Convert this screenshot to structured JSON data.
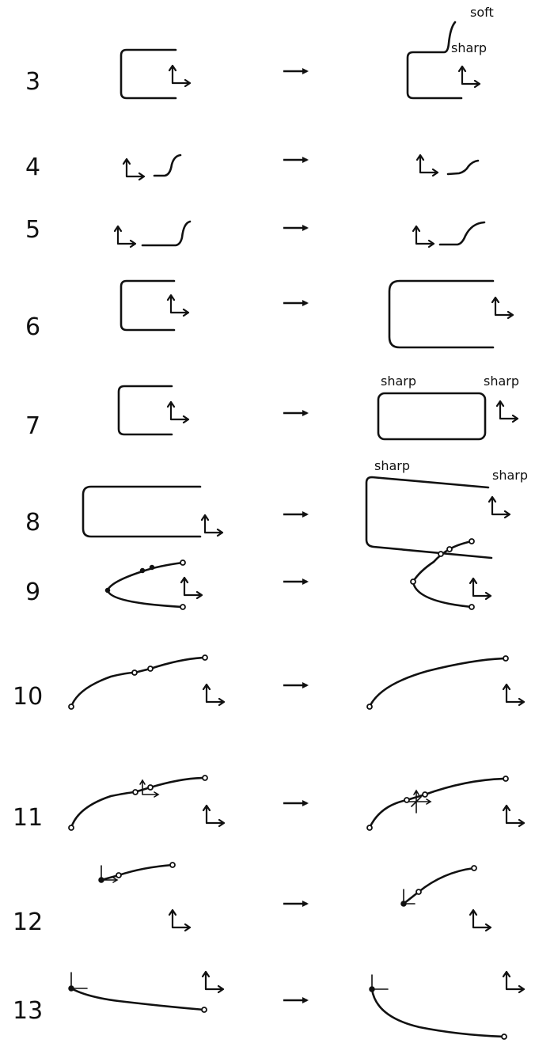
{
  "rows": [
    {
      "number": "3",
      "labels": [
        "soft",
        "sharp"
      ]
    },
    {
      "number": "4",
      "labels": []
    },
    {
      "number": "5",
      "labels": []
    },
    {
      "number": "6",
      "labels": []
    },
    {
      "number": "7",
      "labels": [
        "sharp",
        "sharp"
      ]
    },
    {
      "number": "8",
      "labels": [
        "sharp",
        "sharp"
      ]
    },
    {
      "number": "9",
      "labels": []
    },
    {
      "number": "10",
      "labels": []
    },
    {
      "number": "11",
      "labels": []
    },
    {
      "number": "12",
      "labels": []
    },
    {
      "number": "13",
      "labels": []
    }
  ]
}
